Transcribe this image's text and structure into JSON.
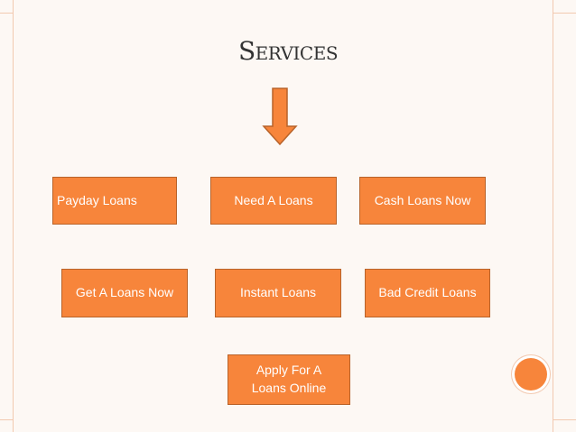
{
  "slide": {
    "title": "Services",
    "accent_color": "#f7853b",
    "border_color": "#b8632a",
    "arrow_icon": "down-arrow-icon"
  },
  "services": {
    "payday": "Payday Loans",
    "need": "Need A Loans",
    "cash": "Cash Loans Now",
    "get": "Get A Loans Now",
    "instant": "Instant Loans",
    "bad_credit": "Bad Credit Loans",
    "apply": "Apply For A Loans Online"
  }
}
